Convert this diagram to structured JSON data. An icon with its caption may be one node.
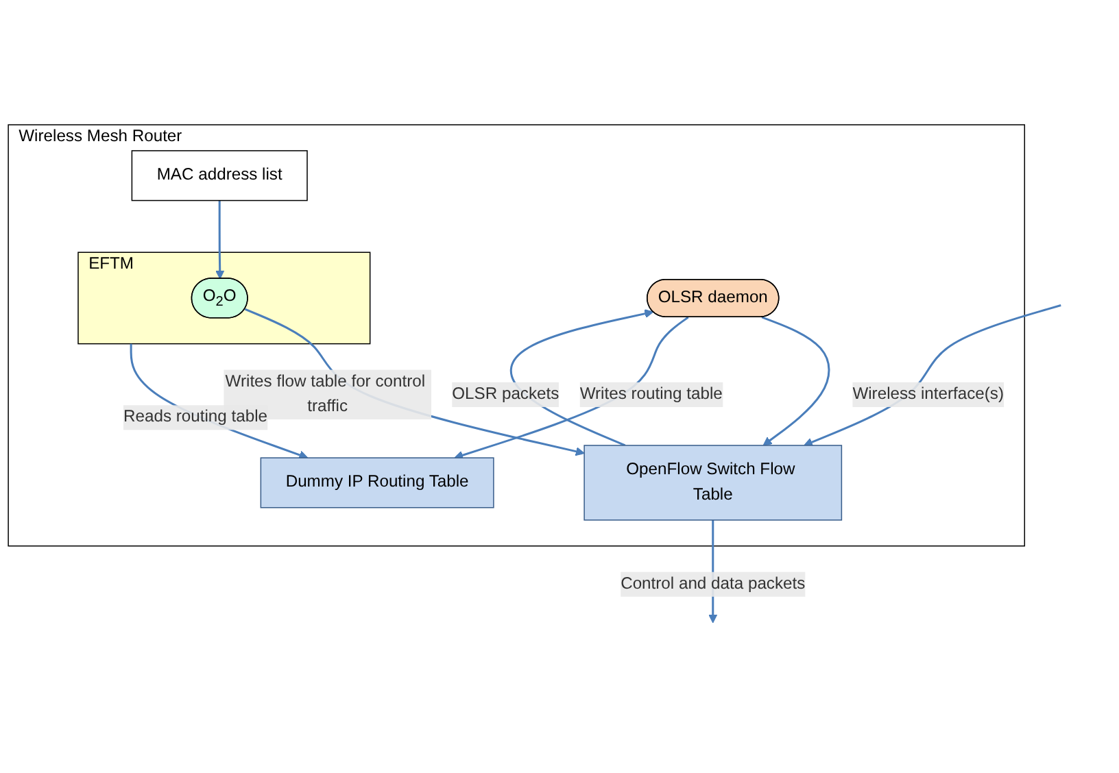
{
  "diagram": {
    "nodes": [
      {
        "text": [
          "Wireless Mesh Router"
        ]
      },
      {
        "text": [
          "OLSR daemon"
        ],
        "in": 0
      },
      {
        "text": [
          "MAC address list"
        ],
        "in": 0
      },
      {
        "text": [
          "Dummy IP Routing Table"
        ],
        "in": 0
      },
      {
        "text": [
          "OpenFlow Switch Flow Table"
        ],
        "in": 0
      },
      {
        "text": [
          "EFTM"
        ],
        "in": 0
      },
      {
        "text": [
          "O$_{2}$O"
        ],
        "in": 5
      }
    ],
    "edges": [
      {
        "from": 4,
        "to": 1,
        "arrow": "to",
        "label": "OLSR packets"
      },
      {
        "from": 1,
        "to": 4,
        "arrow": "to"
      },
      {
        "from": 1,
        "to": 3,
        "arrow": "to",
        "label": "Writes routing table"
      },
      {
        "from": 2,
        "to": 6,
        "arrow": "to"
      },
      {
        "from": 5,
        "to": 3,
        "arrow": "to",
        "label": "Reads routing table"
      },
      {
        "from": 6,
        "to": 4,
        "arrow": "to",
        "label": "Writes flow table for control traffic"
      },
      {
        "from": null,
        "to": 4,
        "arrow": "to",
        "label": "Wireless interface(s)"
      },
      {
        "from": 4,
        "to": null,
        "arrow": "to",
        "label": "Control and data packets"
      }
    ]
  }
}
